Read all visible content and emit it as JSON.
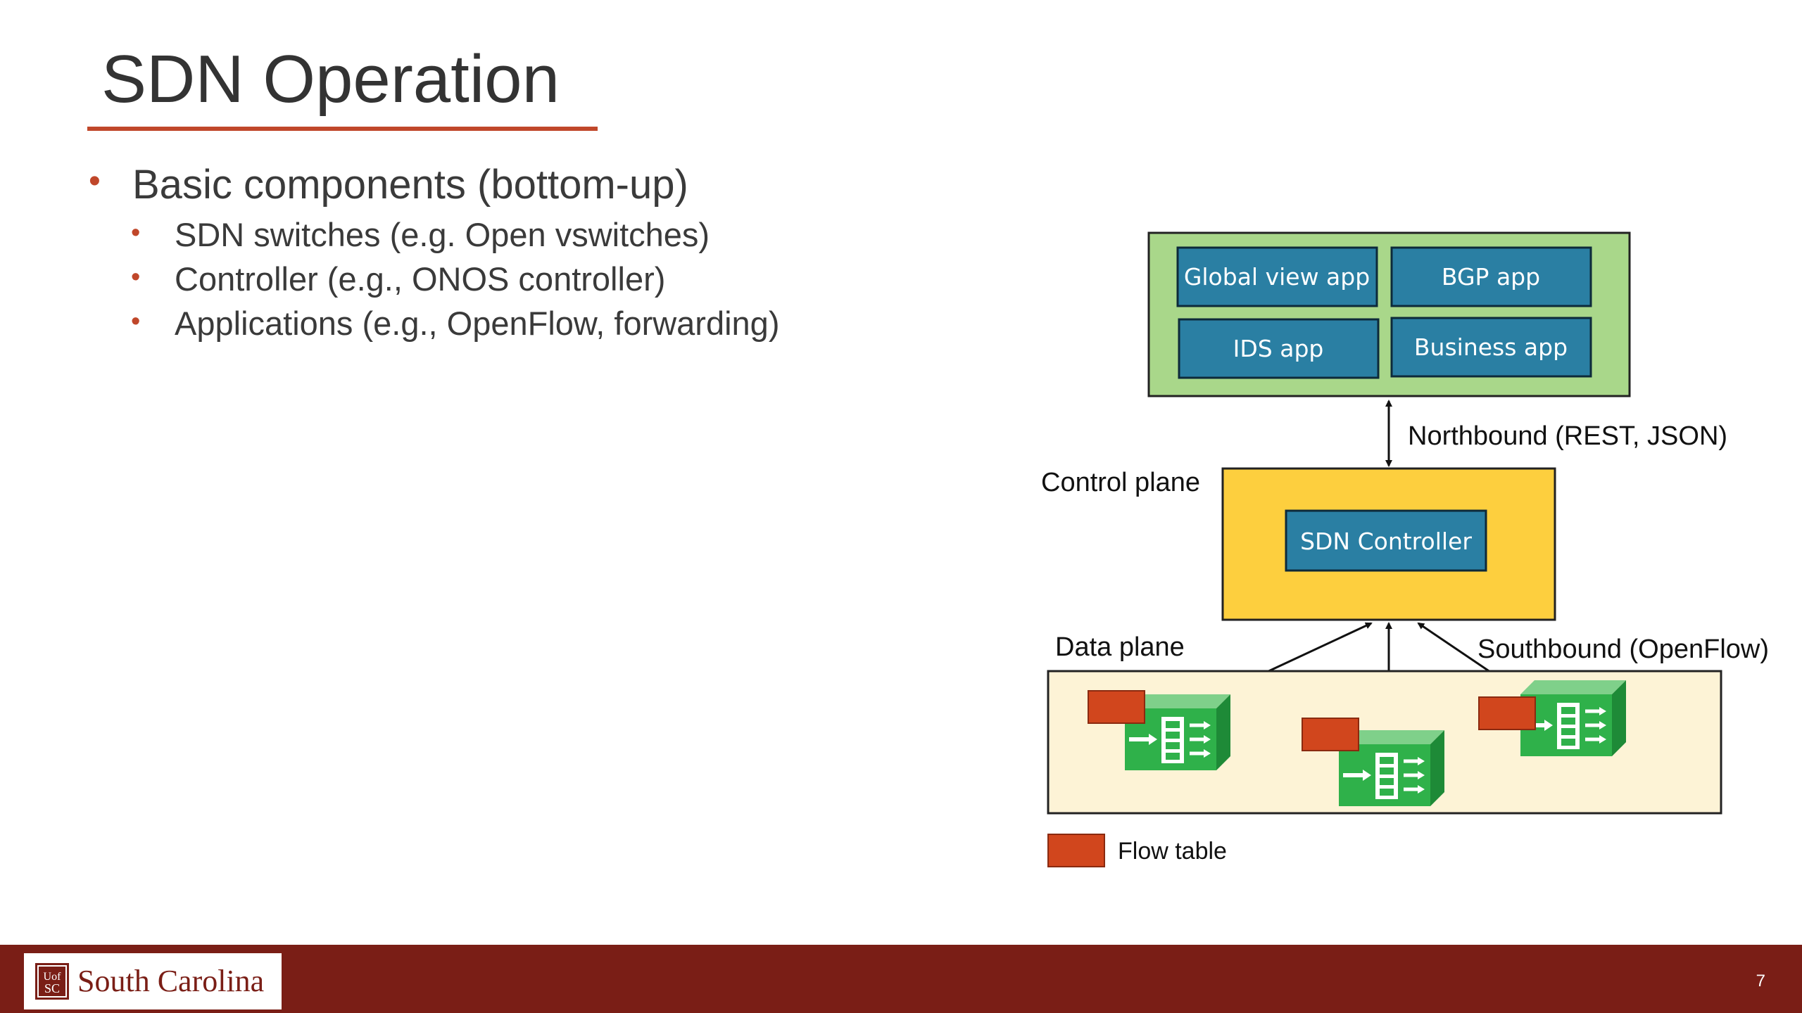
{
  "slide": {
    "title": "SDN Operation",
    "bullets": [
      {
        "text": "Basic components (bottom-up)",
        "children": [
          "SDN switches (e.g. Open vswitches)",
          "Controller (e.g., ONOS controller)",
          "Applications (e.g., OpenFlow, forwarding)"
        ]
      }
    ]
  },
  "diagram": {
    "apps": [
      "Global view app",
      "BGP app",
      "IDS app",
      "Business app"
    ],
    "controller_label": "SDN Controller",
    "control_plane_label": "Control plane",
    "data_plane_label": "Data plane",
    "northbound_label": "Northbound (REST, JSON)",
    "southbound_label": "Southbound (OpenFlow)",
    "legend_label": "Flow table",
    "colors": {
      "app_layer": "#a9d78a",
      "app_box": "#2a7fa3",
      "control_layer": "#fdcf3e",
      "data_layer": "#fdf3d6",
      "flow_table": "#d1461d",
      "switch": "#2fb14a"
    }
  },
  "footer": {
    "logo_mark": "UofSC",
    "logo_text": "South Carolina",
    "page_number": "7"
  }
}
